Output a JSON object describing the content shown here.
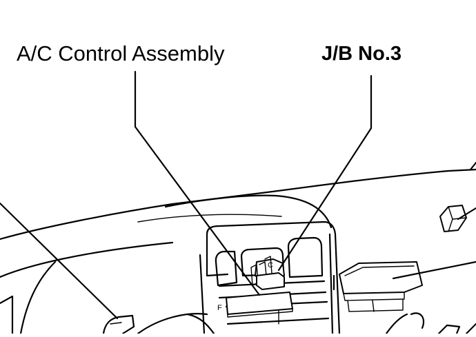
{
  "labels": {
    "ac_control_assembly": "A/C Control Assembly",
    "jb_no3": "J/B No.3"
  },
  "console_marks": {
    "letter_c": "C",
    "letter_f": "F"
  },
  "colors": {
    "ink": "#000000",
    "paper": "#ffffff"
  }
}
